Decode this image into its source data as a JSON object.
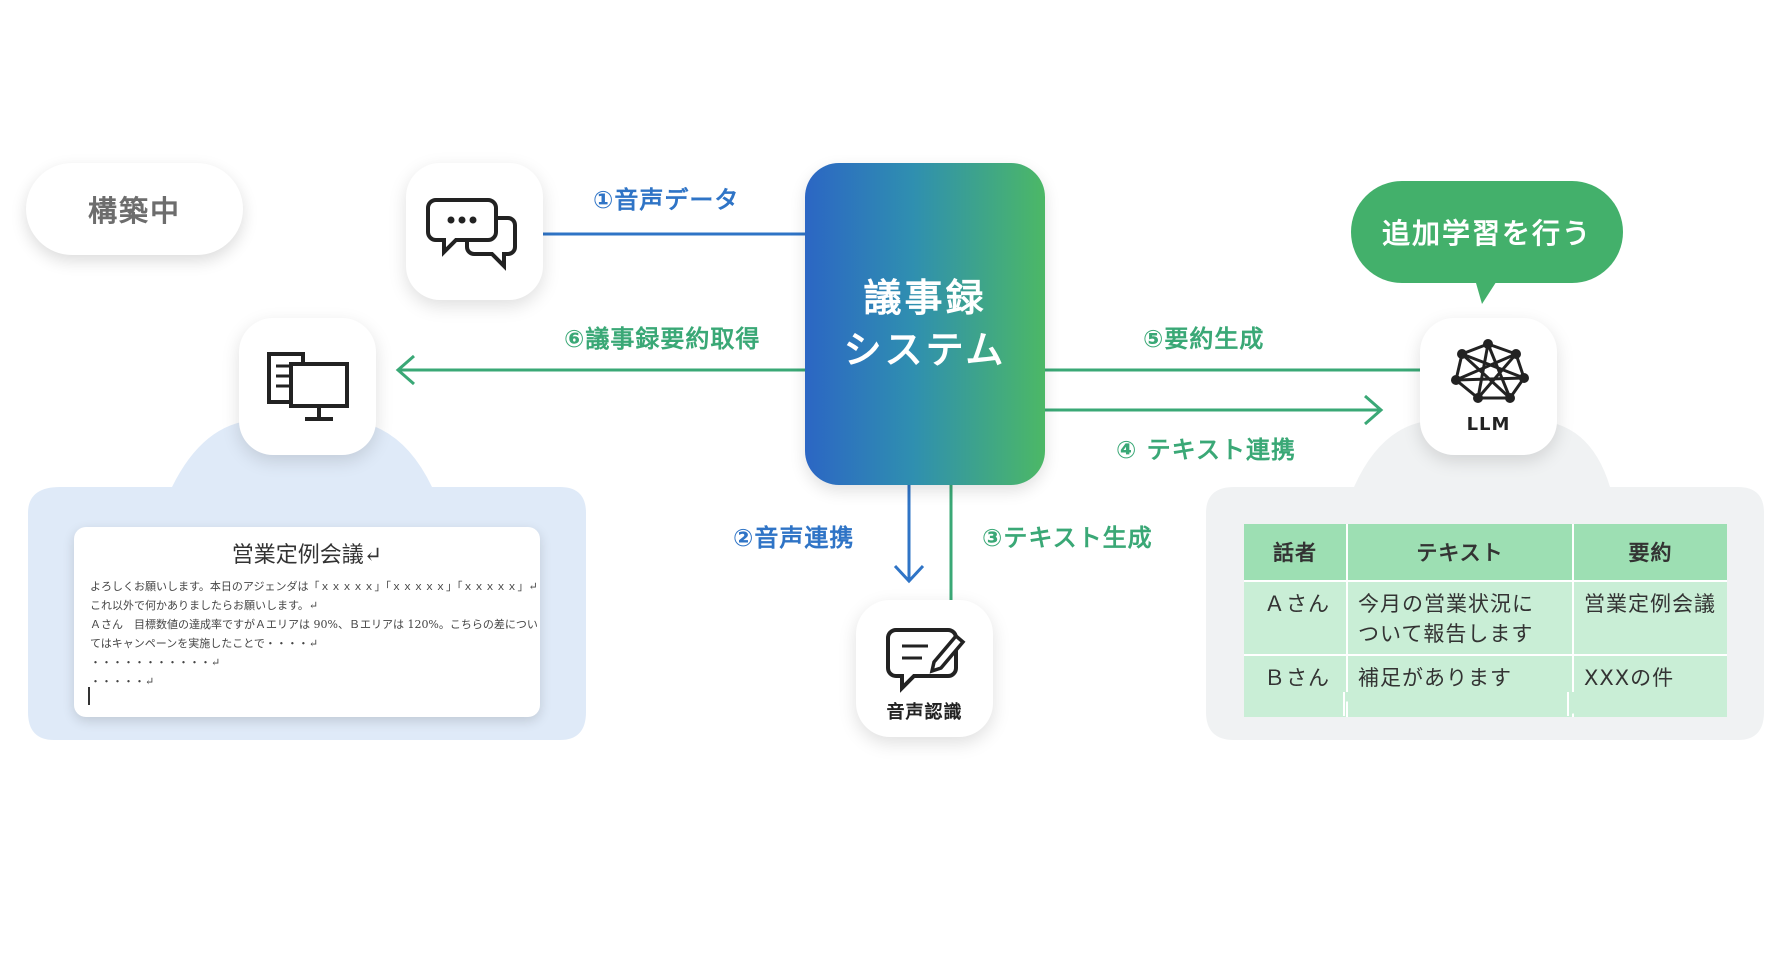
{
  "status_pill": "構築中",
  "center": {
    "line1": "議事録",
    "line2": "システム"
  },
  "bubble": "追加学習を行う",
  "edges": {
    "e1": "①音声データ",
    "e2": "②音声連携",
    "e3": "③テキスト生成",
    "e4": "④ テキスト連携",
    "e5": "⑤要約生成",
    "e6": "⑥議事録要約取得"
  },
  "nodes": {
    "speech_recognition": "音声認識",
    "llm": "LLM"
  },
  "document": {
    "title": "営業定例会議↵",
    "lines": [
      "よろしくお願いします。本日のアジェンダは「ｘｘｘｘｘ」「ｘｘｘｘｘ」「ｘｘｘｘｘ」↵",
      "これ以外で何かありましたらお願いします。↵",
      "Ａさん　目標数値の達成率ですがＡエリアは 90%、Ｂエリアは 120%。こちらの差につい",
      "てはキャンペーンを実施したことで・・・・↵",
      "・・・・・・・・・・・↵",
      "・・・・・↵"
    ]
  },
  "table": {
    "headers": [
      "話者",
      "テキスト",
      "要約"
    ],
    "rows": [
      {
        "speaker": "Ａさん",
        "text_l1": "今月の営業状況に",
        "text_l2": "ついて報告します",
        "summary": "営業定例会議"
      },
      {
        "speaker": "Ｂさん",
        "text_l1": "補足があります",
        "text_l2": "",
        "summary": "XXXの件"
      }
    ]
  },
  "colors": {
    "blue": "#2f74c6",
    "green": "#3aa876",
    "bubble": "#43b06b"
  }
}
